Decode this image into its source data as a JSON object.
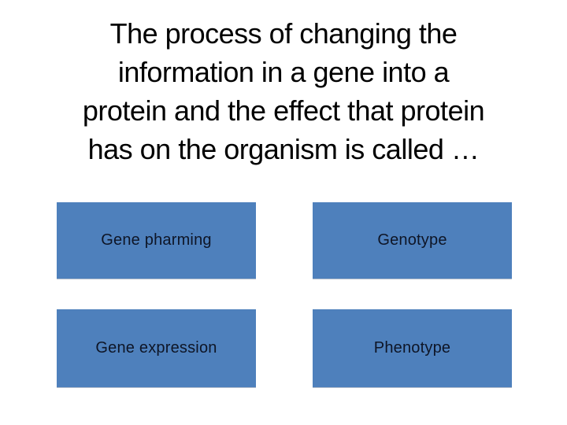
{
  "slide": {
    "question": {
      "full_text": "The process of changing the information in a gene into a protein and the effect that protein has on the organism is called …",
      "lines": [
        "The process of changing the",
        "information in a gene into a",
        "protein and the effect that protein",
        "has on the organism is called …"
      ]
    },
    "answers": [
      {
        "label": "Gene pharming"
      },
      {
        "label": "Genotype"
      },
      {
        "label": "Gene expression"
      },
      {
        "label": "Phenotype"
      }
    ],
    "colors": {
      "background": "#ffffff",
      "answer_fill": "#4e80bc",
      "answer_text": "#0e1526",
      "question_text": "#000000"
    }
  }
}
